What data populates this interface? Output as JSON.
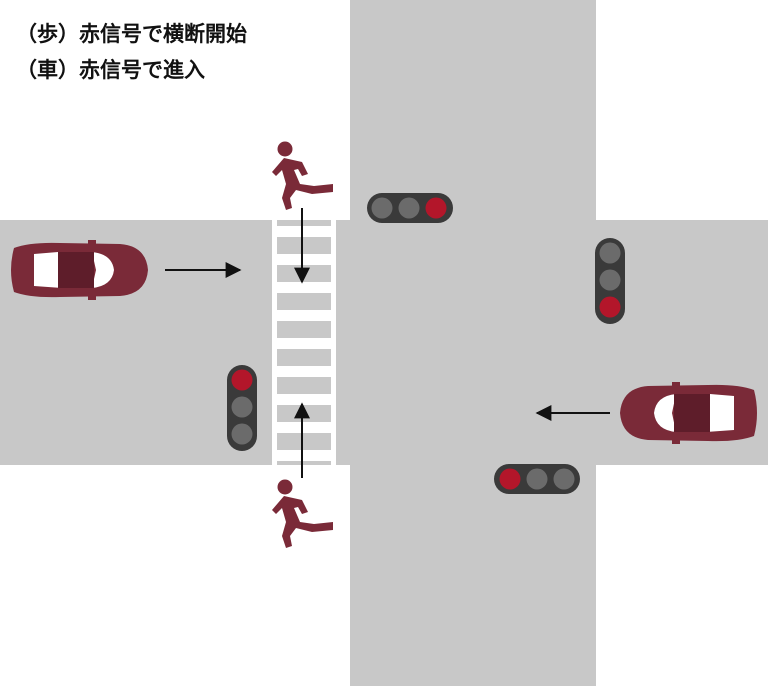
{
  "captions": {
    "pedestrian": "（歩）赤信号で横断開始",
    "vehicle": "（車）赤信号で進入"
  },
  "colors": {
    "background": "#ffffff",
    "road": "#c8c8c8",
    "crosswalk": "#ffffff",
    "signal_housing": "#3a3a3a",
    "lamp_off": "#6b6b6b",
    "lamp_red": "#b3162a",
    "vehicle": "#7a2a38",
    "pedestrian": "#7a2a38",
    "arrow": "#111111"
  },
  "signals": [
    {
      "name": "signal-top",
      "orientation": "horizontal",
      "lit": "red"
    },
    {
      "name": "signal-right",
      "orientation": "vertical",
      "lit": "red"
    },
    {
      "name": "signal-left",
      "orientation": "vertical",
      "lit": "red"
    },
    {
      "name": "signal-bottom",
      "orientation": "horizontal",
      "lit": "red"
    }
  ],
  "vehicles": [
    {
      "name": "car-left",
      "heading": "east"
    },
    {
      "name": "car-right",
      "heading": "west"
    }
  ],
  "pedestrians": [
    {
      "name": "pedestrian-top",
      "heading": "south"
    },
    {
      "name": "pedestrian-bottom",
      "heading": "north"
    }
  ],
  "icons": [
    "car-icon",
    "pedestrian-icon",
    "traffic-signal-icon",
    "arrow-icon"
  ]
}
